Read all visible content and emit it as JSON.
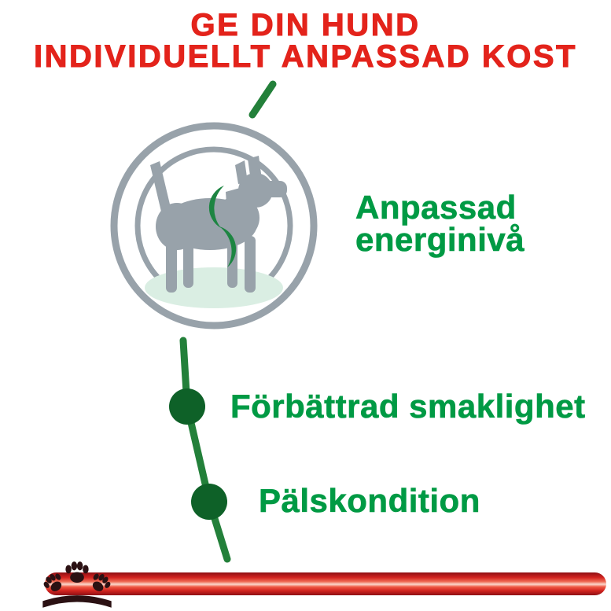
{
  "headline": {
    "line1": "GE DIN HUND",
    "line2": "INDIVIDUELLT ANPASSAD KOST"
  },
  "benefits": {
    "energy": {
      "line1": "Anpassad",
      "line2": "energinivå"
    },
    "palatability": {
      "label": "Förbättrad smaklighet"
    },
    "coat": {
      "label": "Pälskondition"
    }
  },
  "icons": {
    "dog_energy": "adapted-energy-dog-pictogram",
    "tick": "diagonal-tick-mark",
    "bullet": "benefit-bullet-dot",
    "paw_crown": "royal-canin-paw-crown-emblem"
  },
  "colors": {
    "background": "#ffffff",
    "headline_red": "#e3231b",
    "benefit_green": "#009a44",
    "line_green": "#23803a",
    "bullet_green": "#0e6128",
    "crescent_green": "#1d8542",
    "icon_gray": "#98a2aa",
    "mint": "#daeee3",
    "bar_red": "#d2231f",
    "bar_red_dark": "#8e1014",
    "bar_highlight": "#fbd9cd",
    "logo_dark": "#2b1113"
  }
}
